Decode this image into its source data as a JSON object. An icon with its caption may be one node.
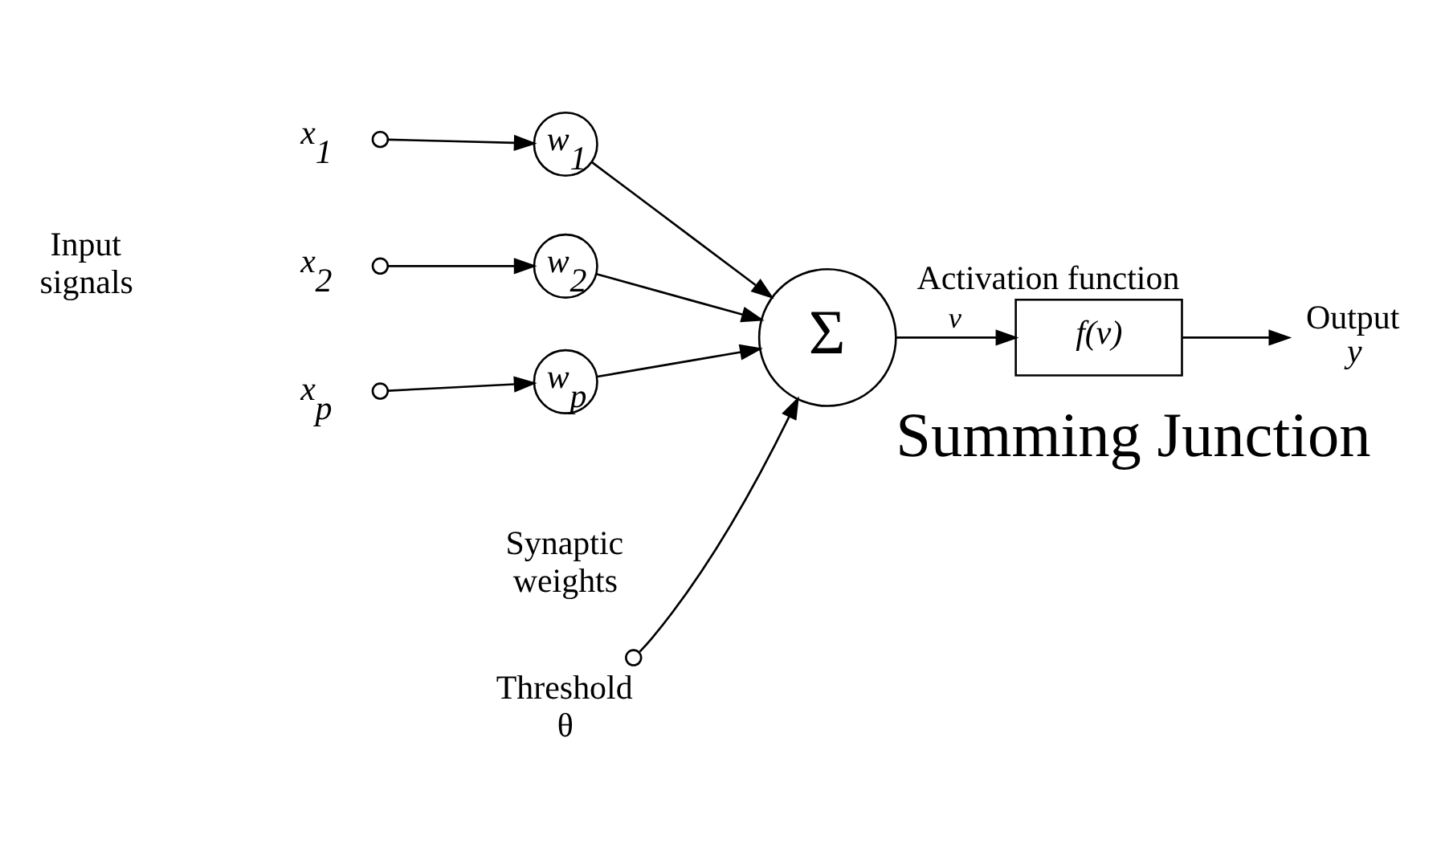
{
  "diagram": {
    "nodes": [
      {
        "text": [
          "x$_{1}$"
        ]
      },
      {
        "text": [
          "w$_{1}$"
        ]
      },
      {
        "text": [
          "x$_{2}$"
        ]
      },
      {
        "text": [
          "w$_{2}$"
        ]
      },
      {
        "text": [
          "x$_{p}$"
        ]
      },
      {
        "text": [
          "w$_{p}$"
        ]
      },
      {
        "text": [
          "Σ"
        ],
        "beside": [
          "Summing Junction"
        ]
      },
      {
        "text": [
          "Threshold",
          "θ"
        ]
      },
      {
        "text": [
          "f(v)"
        ],
        "beside": [
          "Activation function"
        ]
      },
      {
        "text": [
          "Output",
          "y"
        ]
      }
    ],
    "edges": [
      {
        "from": 0,
        "to": 1,
        "arrow": "to"
      },
      {
        "from": 2,
        "to": 3,
        "arrow": "to"
      },
      {
        "from": 4,
        "to": 5,
        "arrow": "to"
      },
      {
        "from": 1,
        "to": 6,
        "arrow": "to"
      },
      {
        "from": 3,
        "to": 6,
        "arrow": "to"
      },
      {
        "from": 5,
        "to": 6,
        "arrow": "to"
      },
      {
        "from": 7,
        "to": 6,
        "arrow": "to"
      },
      {
        "from": 6,
        "to": 8,
        "arrow": "to",
        "label": "v"
      },
      {
        "from": 8,
        "to": 9,
        "arrow": "to"
      }
    ],
    "labels": [
      "Input signals",
      "Synaptic weights"
    ]
  }
}
